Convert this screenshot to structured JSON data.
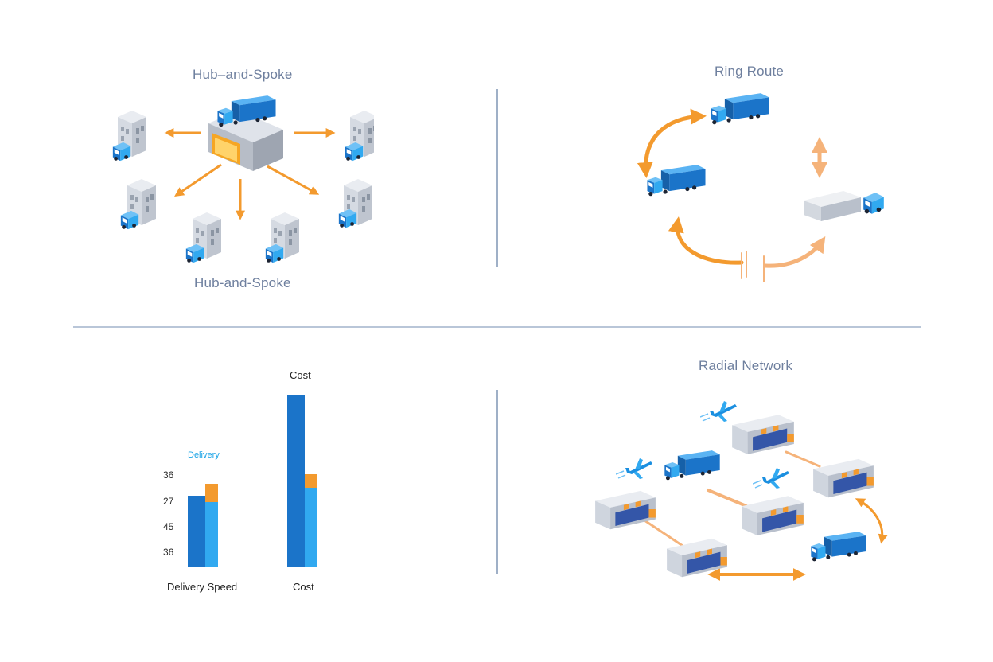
{
  "panels": {
    "hub_spoke": {
      "title": "Hub–and-Spoke",
      "caption": "Hub-and-Spoke"
    },
    "ring": {
      "title": "Ring Route"
    },
    "radial": {
      "title": "Radial Network"
    },
    "bar": {
      "legend_top": "Cost",
      "legend_side": "Delivery",
      "ticks": [
        "36",
        "27",
        "45",
        "36"
      ],
      "xlabels": [
        "Delivery Speed",
        "Cost"
      ]
    }
  },
  "colors": {
    "blue_dark": "#1b74c9",
    "blue_light": "#31a9f0",
    "orange": "#f39a2e",
    "divider": "#9fb0c7",
    "title": "#6e7f9e"
  },
  "icons": [
    "truck-icon",
    "warehouse-icon",
    "airplane-icon",
    "arrow-icon"
  ]
}
